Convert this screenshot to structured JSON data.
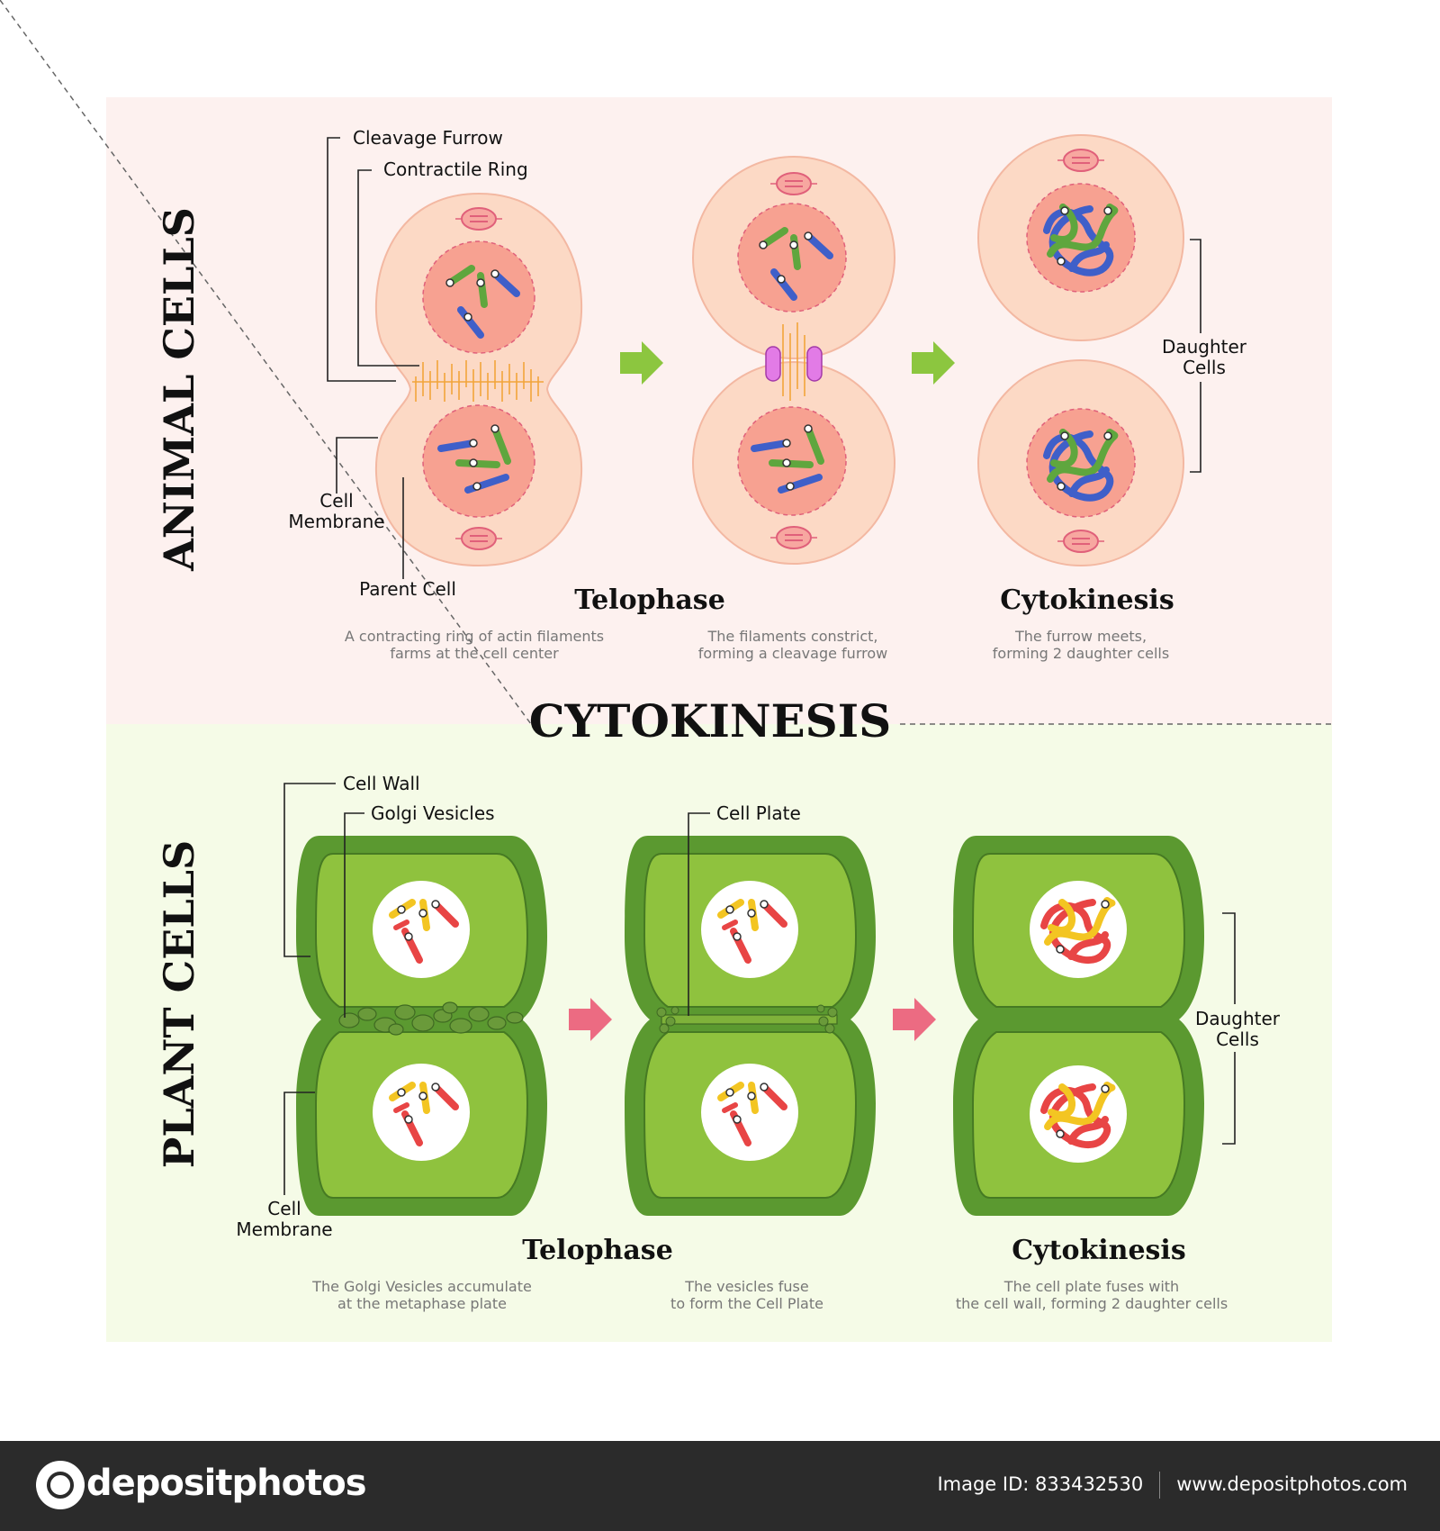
{
  "title": "CYTOKINESIS",
  "animal": {
    "side_label": "ANIMAL CELLS",
    "labels": {
      "cleavage_furrow": "Cleavage Furrow",
      "contractile_ring": "Contractile Ring",
      "cell_membrane_1": "Cell",
      "cell_membrane_2": "Membrane",
      "parent_cell": "Parent Cell",
      "daughter_1": "Daughter",
      "daughter_2": "Cells"
    },
    "stages": [
      {
        "title": "",
        "desc1": "A contracting ring of actin filaments",
        "desc2": "farms at the cell center"
      },
      {
        "title": "Telophase",
        "desc1": "The filaments constrict,",
        "desc2": "forming a cleavage furrow"
      },
      {
        "title": "Cytokinesis",
        "desc1": "The furrow meets,",
        "desc2": "forming 2 daughter cells"
      }
    ]
  },
  "plant": {
    "side_label": "PLANT CELLS",
    "labels": {
      "cell_wall": "Cell Wall",
      "golgi_vesicles": "Golgi Vesicles",
      "cell_plate": "Cell Plate",
      "cell_membrane_1": "Cell",
      "cell_membrane_2": "Membrane",
      "daughter_1": "Daughter",
      "daughter_2": "Cells"
    },
    "stages": [
      {
        "title": "Telophase",
        "desc1": "The Golgi Vesicles accumulate",
        "desc2": "at the metaphase plate"
      },
      {
        "title": "",
        "desc1": "The vesicles fuse",
        "desc2": "to form the Cell Plate"
      },
      {
        "title": "Cytokinesis",
        "desc1": "The cell plate fuses with",
        "desc2": "the cell wall, forming 2 daughter cells"
      }
    ]
  },
  "colors": {
    "animal_bg": "#fdf1ef",
    "plant_bg": "#f5fbe7",
    "cell_fill": "#fcd9c5",
    "nucleus_fill": "#f7a191",
    "plant_wall": "#5b9930",
    "plant_fill": "#8fc23e",
    "arrow_green": "#8cc63f",
    "arrow_pink": "#ec6b82"
  },
  "footer": {
    "brand": "depositphotos",
    "image_id": "Image ID: 833432530",
    "site": "www.depositphotos.com"
  }
}
